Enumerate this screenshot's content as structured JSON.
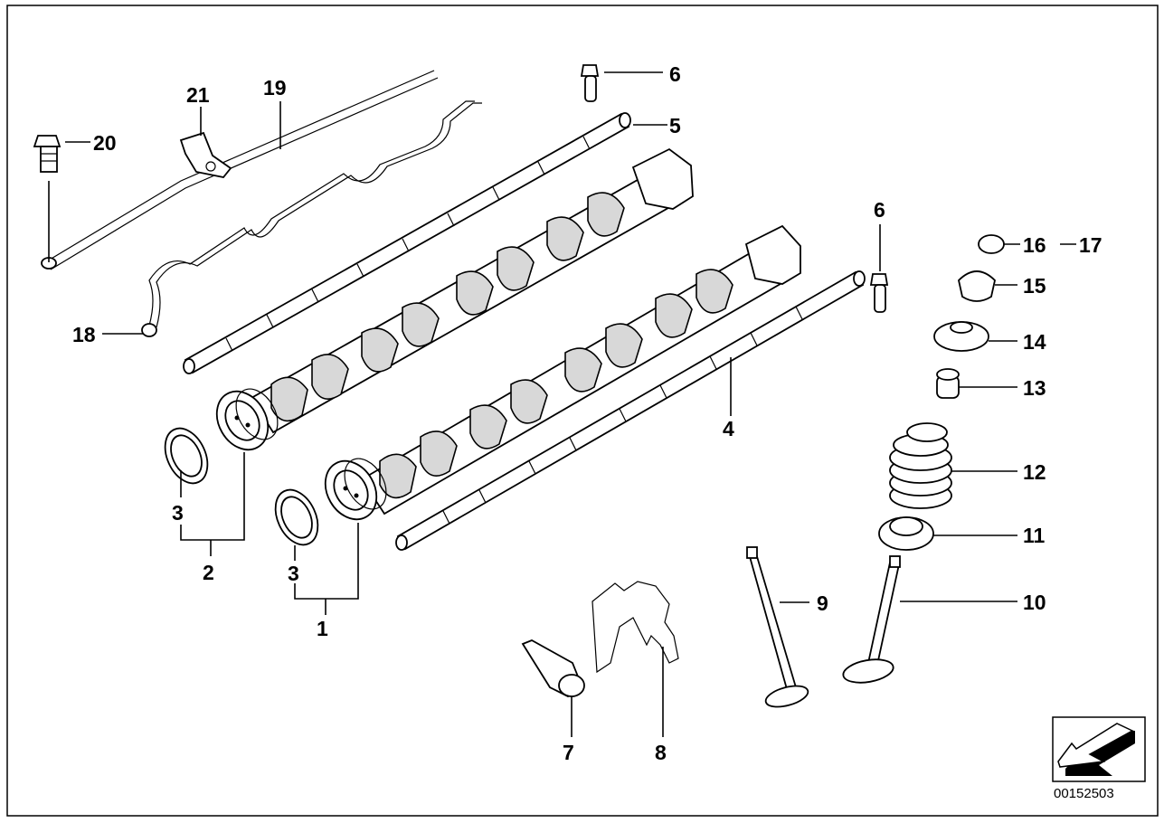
{
  "diagram": {
    "reference_code": "00152503",
    "callouts": [
      "1",
      "2",
      "3",
      "3",
      "4",
      "5",
      "6",
      "6",
      "7",
      "8",
      "9",
      "10",
      "11",
      "12",
      "13",
      "14",
      "15",
      "16",
      "17",
      "18",
      "19",
      "20",
      "21"
    ]
  }
}
